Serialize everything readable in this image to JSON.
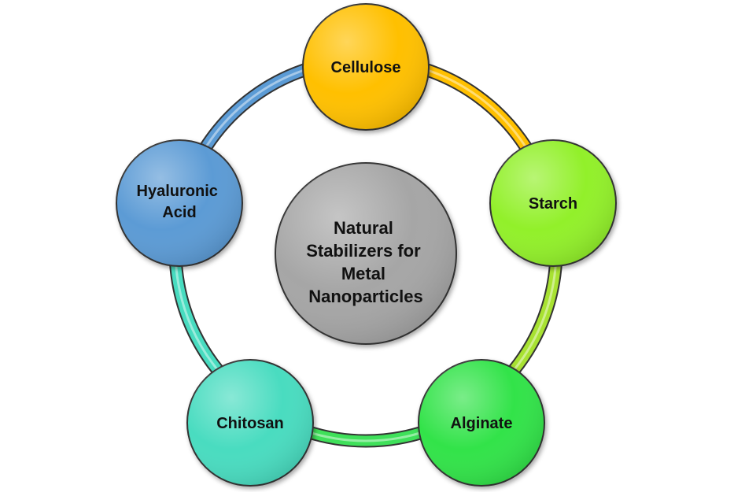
{
  "center": {
    "label_lines": [
      "Natural",
      "Stabilizers for",
      "Metal",
      "Nanoparticles"
    ],
    "color": "#a6a6a6"
  },
  "nodes": [
    {
      "id": "cellulose",
      "label_lines": [
        "Cellulose"
      ],
      "color": "#ffc000",
      "ring_color": "#ffc000"
    },
    {
      "id": "starch",
      "label_lines": [
        "Starch"
      ],
      "color": "#92f02c",
      "ring_color": "#a8e232"
    },
    {
      "id": "alginate",
      "label_lines": [
        "Alginate"
      ],
      "color": "#33e34a",
      "ring_color": "#3fe05a"
    },
    {
      "id": "chitosan",
      "label_lines": [
        "Chitosan"
      ],
      "color": "#48dcc0",
      "ring_color": "#48dcc0"
    },
    {
      "id": "hyaluronic-acid",
      "label_lines": [
        "Hyaluronic",
        "Acid"
      ],
      "color": "#5b9bd5",
      "ring_color": "#5b9bd5"
    }
  ]
}
